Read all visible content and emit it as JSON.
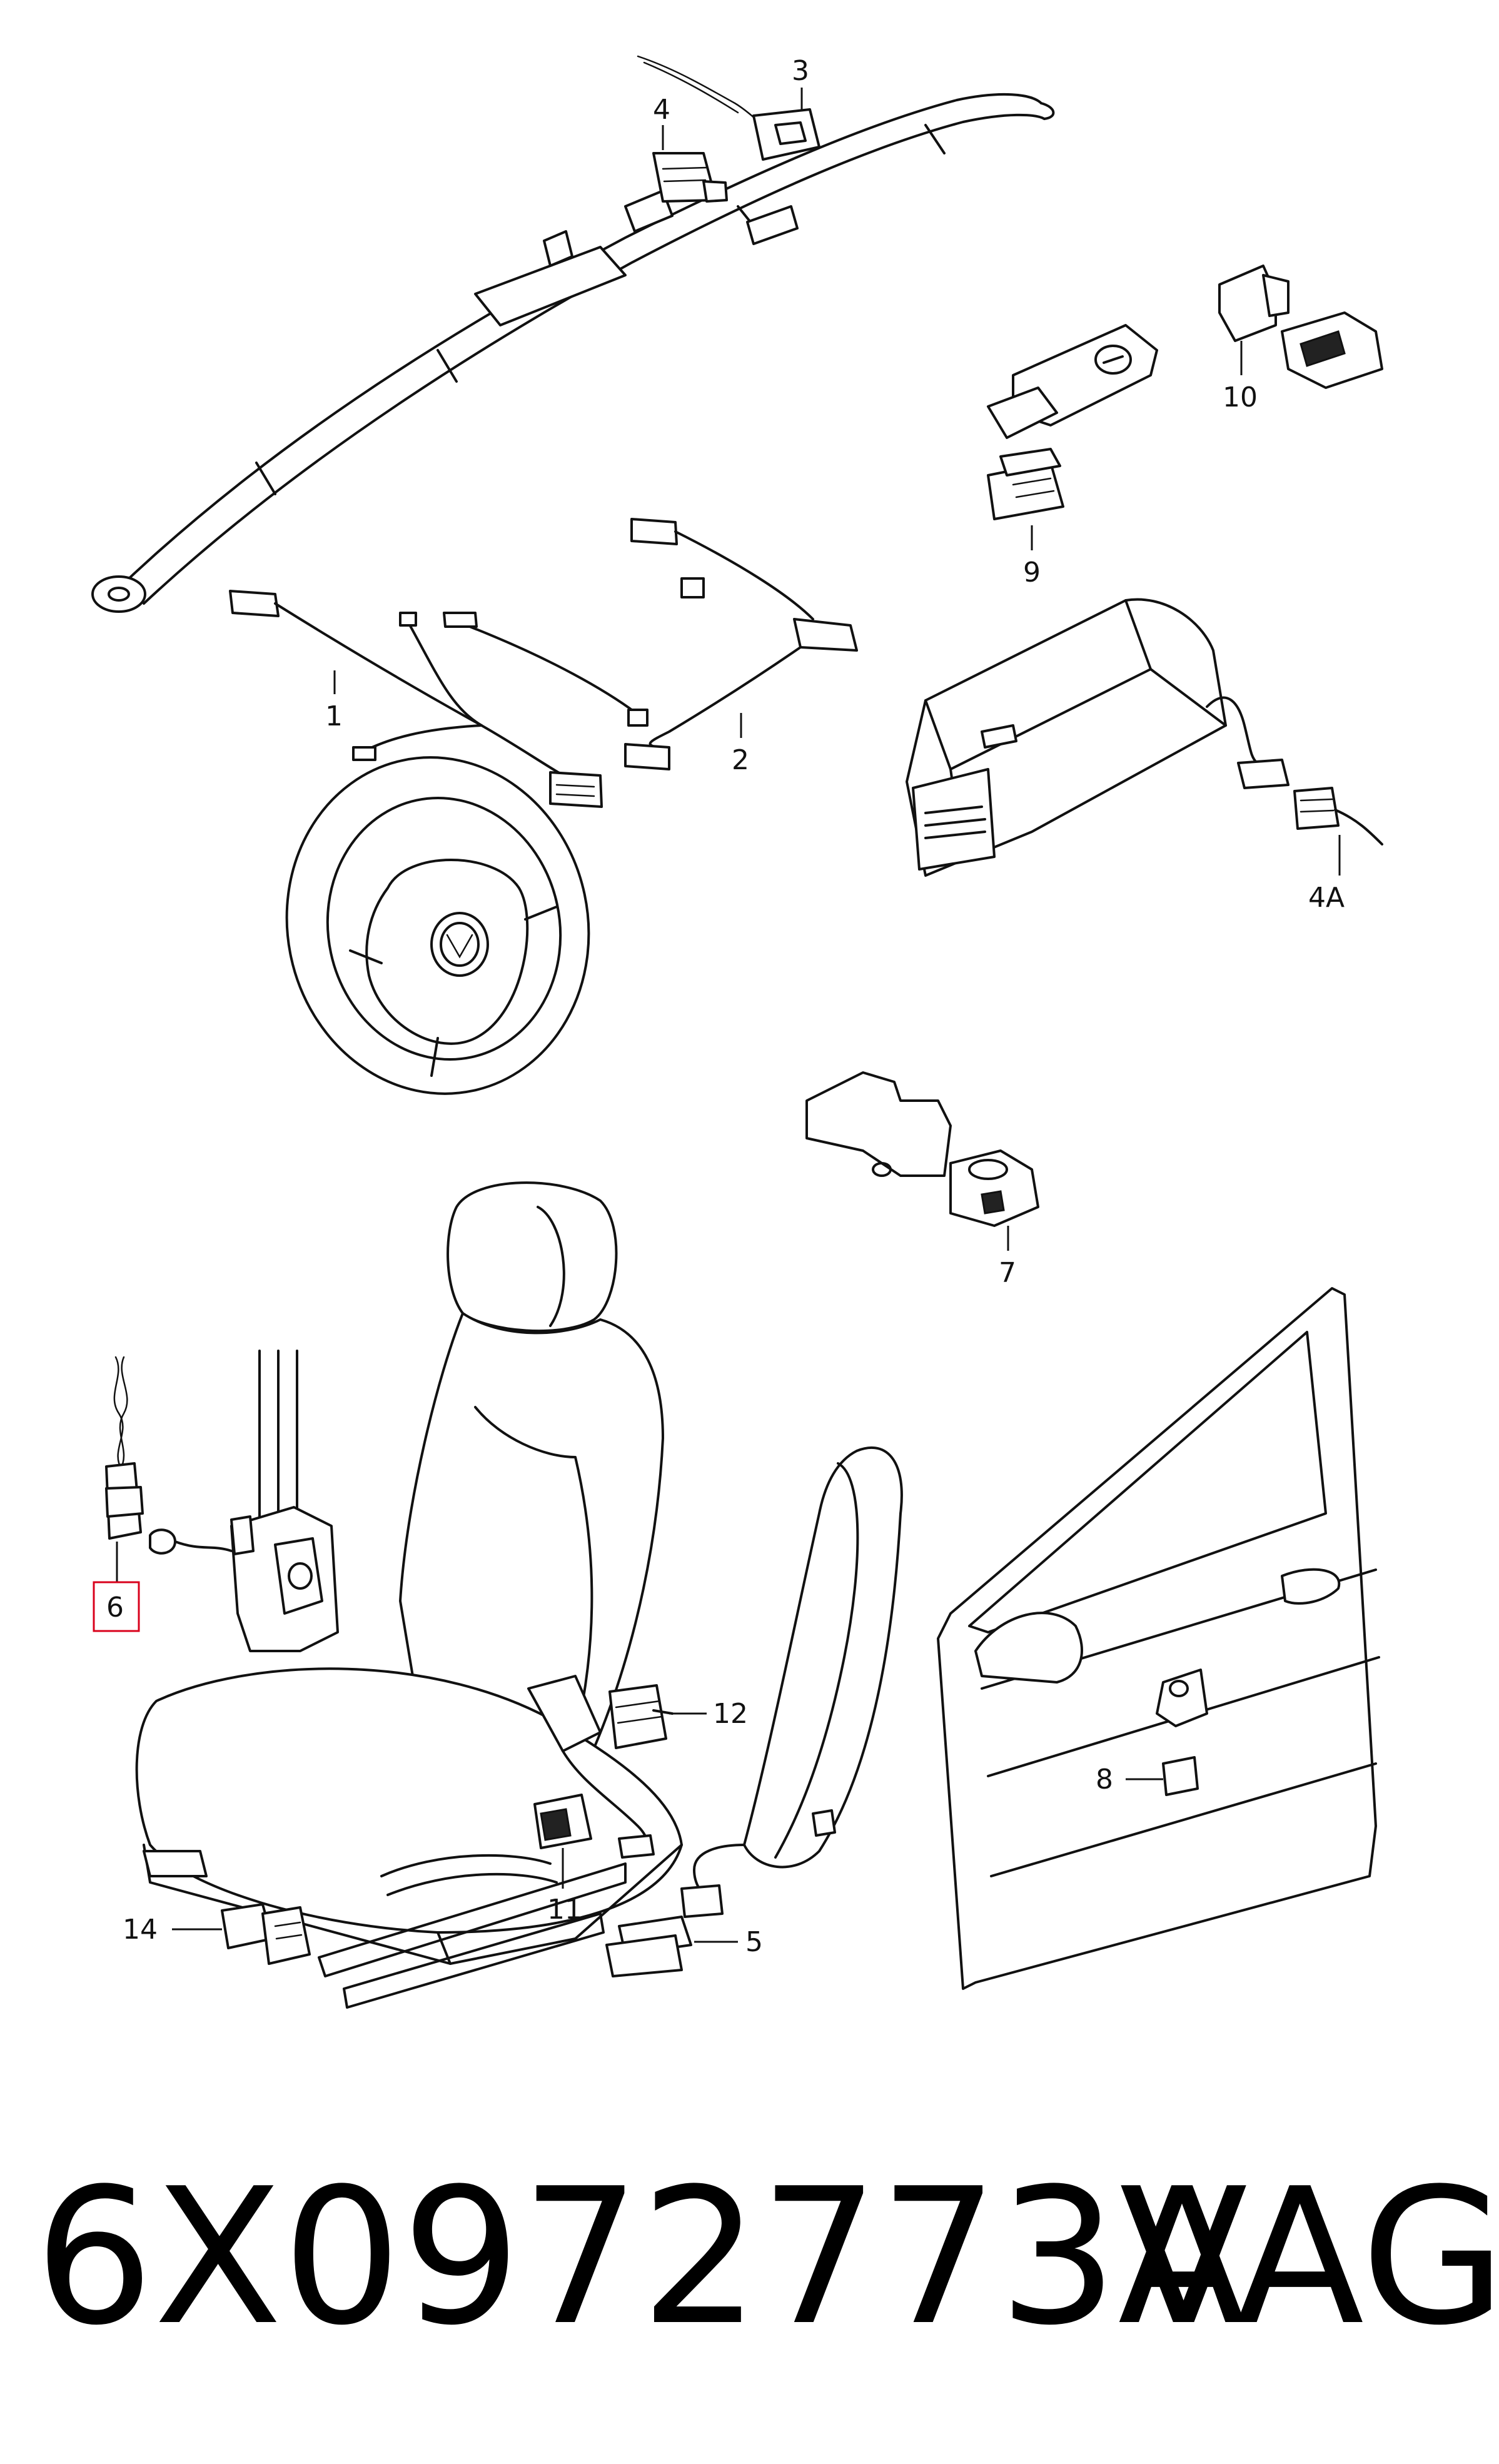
{
  "callouts": {
    "c1": "1",
    "c2": "2",
    "c3": "3",
    "c4": "4",
    "c4a": "4A",
    "c5": "5",
    "c6": "6",
    "c7": "7",
    "c8": "8",
    "c9": "9",
    "c10": "10",
    "c11": "11",
    "c12": "12",
    "c14": "14"
  },
  "highlighted_callout": "6",
  "footer": {
    "part_number": "6X0972773A",
    "brand": "VAG"
  },
  "colors": {
    "line": "#111111",
    "highlight": "#d9001b",
    "background": "#ffffff"
  }
}
